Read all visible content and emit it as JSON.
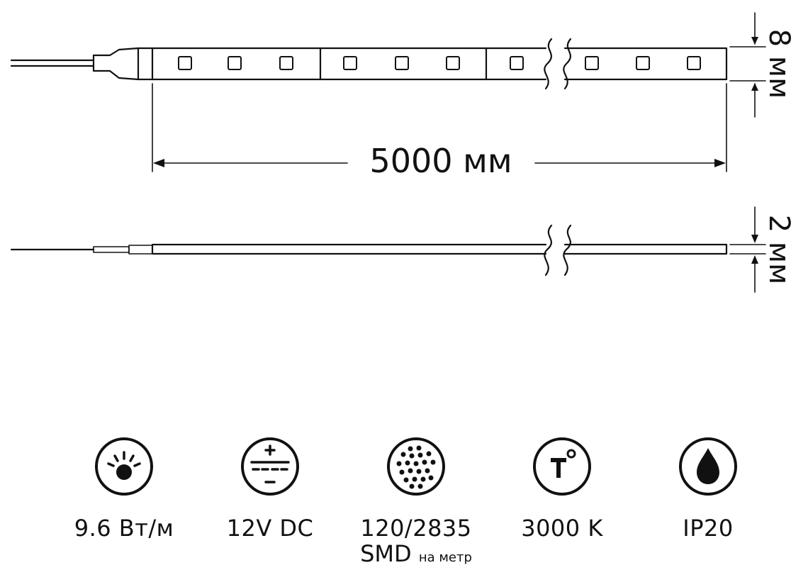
{
  "dimensions": {
    "height_top": "8 мм",
    "length": "5000 мм",
    "thickness": "2 мм"
  },
  "specs": [
    {
      "icon": "power-icon",
      "label": "9.6 Вт/м"
    },
    {
      "icon": "voltage-dc-icon",
      "label": "12V DC"
    },
    {
      "icon": "led-matrix-icon",
      "label": "120/2835",
      "label2": "SMD",
      "note": "на метр"
    },
    {
      "icon": "temperature-icon",
      "label": "3000 K"
    },
    {
      "icon": "water-drop-icon",
      "label": "IP20"
    }
  ],
  "colors": {
    "line": "#111111",
    "background": "#ffffff"
  }
}
